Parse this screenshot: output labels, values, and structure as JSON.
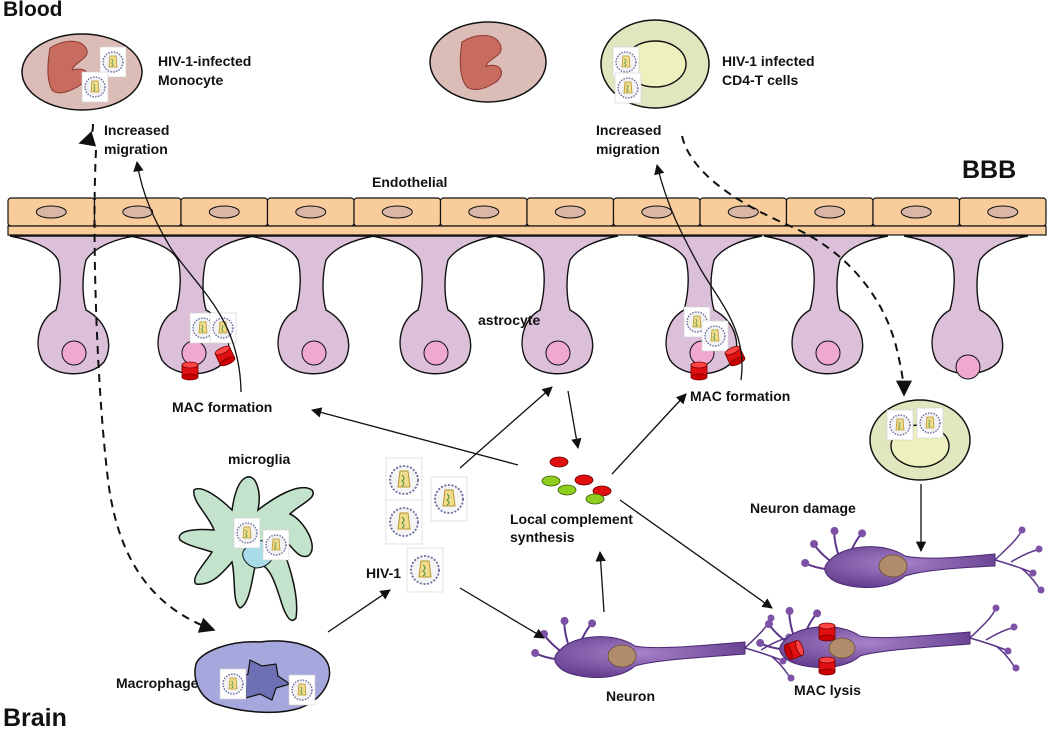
{
  "regions": {
    "blood": "Blood",
    "brain": "Brain",
    "bbb": "BBB",
    "endothelial": "Endothelial"
  },
  "blood_cells": {
    "monocyte_label": [
      "HIV-1-infected",
      "Monocyte"
    ],
    "cd4_label": [
      "HIV-1 infected",
      "CD4-T cells"
    ]
  },
  "migration": {
    "left": [
      "Increased",
      "migration"
    ],
    "right": [
      "Increased",
      "migration"
    ]
  },
  "brain_labels": {
    "astrocyte": "astrocyte",
    "mac_formation_left": "MAC formation",
    "mac_formation_right": "MAC formation",
    "microglia": "microglia",
    "hiv": "HIV-1",
    "complement": [
      "Local complement",
      "synthesis"
    ],
    "neuron_damage": "Neuron damage",
    "macrophage": "Macrophage",
    "neuron": "Neuron",
    "mac_lysis": "MAC lysis"
  },
  "colors": {
    "endothelial": "#f9cd9b",
    "astrocyte": "#dcc0da",
    "astro_nucleus": "#f0a8d0",
    "monocyte": "#dcbcb6",
    "mono_nucleus": "#c96c60",
    "tcell": "#e0e7bf",
    "tcell_nucleus": "#eef0bd",
    "microglia": "#c3e3cc",
    "macrophage": "#a6a8dd",
    "neuron": "#7d52a6",
    "mac_complex": "#e01010",
    "complement_red": "#e01010",
    "complement_green": "#8fce1e"
  },
  "icons": [
    "hiv-virion-icon",
    "mac-complex-icon",
    "arrow-icon"
  ]
}
